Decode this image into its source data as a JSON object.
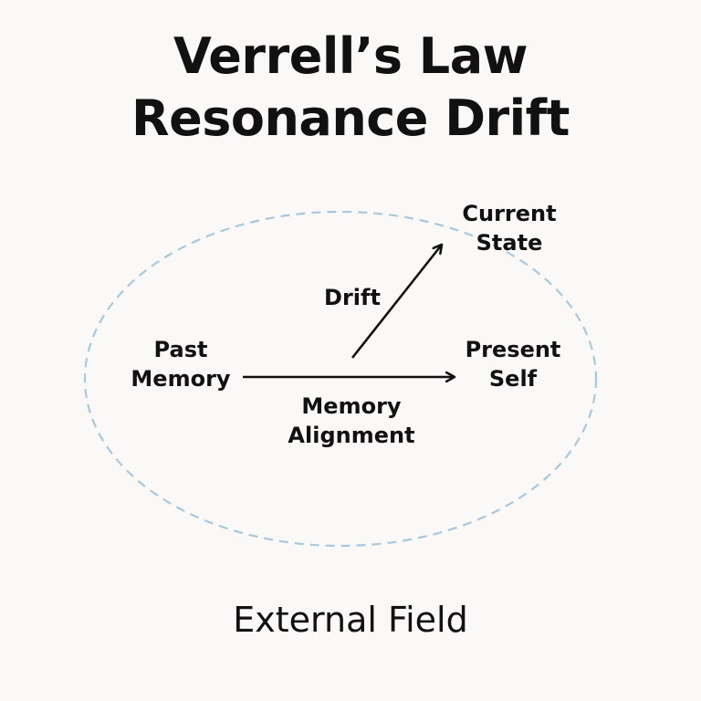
{
  "title": {
    "line1": "Verrell’s Law",
    "line2": "Resonance Drift"
  },
  "labels": {
    "current_state": [
      "Current",
      "State"
    ],
    "drift": "Drift",
    "past_memory": [
      "Past",
      "Memory"
    ],
    "present_self": [
      "Present",
      "Self"
    ],
    "memory_alignment": [
      "Memory",
      "Alignment"
    ]
  },
  "footer": "External Field",
  "colors": {
    "boundary": "#a9c8dc",
    "text": "#111111",
    "background": "#faf9f7"
  }
}
